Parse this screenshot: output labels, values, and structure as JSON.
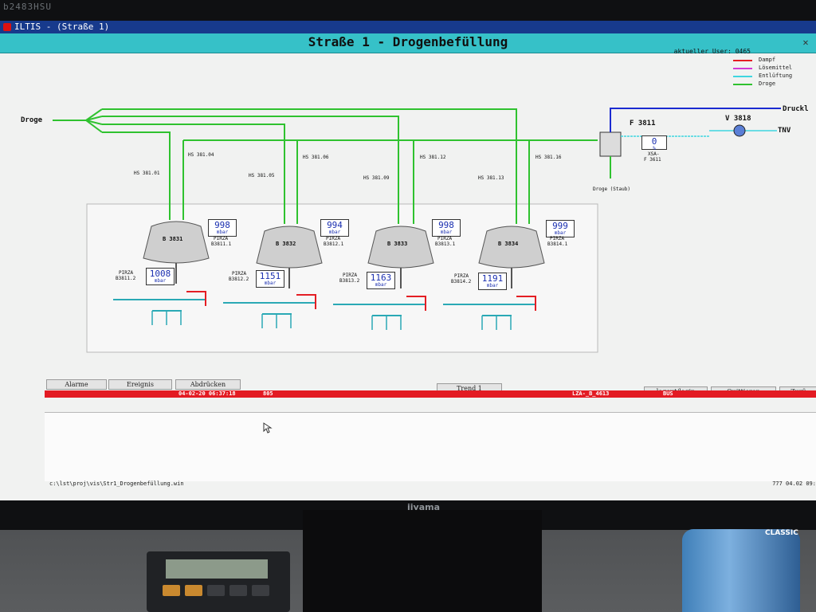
{
  "monitor": {
    "model_label": "b2483HSU",
    "brand": "iiyama"
  },
  "window": {
    "title": "ILTIS - (Straße 1)"
  },
  "header": {
    "title": "Straße 1 - Drogenbefüllung",
    "user": "aktueller User: 0465"
  },
  "legend": [
    {
      "label": "Dampf",
      "color": "#e41e24"
    },
    {
      "label": "Lösemittel",
      "color": "#d23ad6"
    },
    {
      "label": "Entlüftung",
      "color": "#3fd6e0"
    },
    {
      "label": "Droge",
      "color": "#2fc22f"
    }
  ],
  "process": {
    "input_label": "Droge",
    "right_labels": {
      "druck": "Druckl",
      "tnv": "TNV",
      "f3811": "F 3811",
      "v3818": "V 3818",
      "xsa": "XSA-",
      "f3611": "F 3611",
      "staub": "Droge\n(Staub)"
    },
    "xsa_value": "0",
    "xsa_unit": "%",
    "valves": [
      "HS 381.01",
      "HS 381.04",
      "HS 381.05",
      "HS 381.06",
      "HS 381.09",
      "HS 381.12",
      "HS 381.13",
      "HS 381.16"
    ],
    "tanks": [
      {
        "name": "B 3831",
        "top_value": "998",
        "top_unit": "mbar",
        "top_tag": "PIRZA",
        "top_id": "B3811.1",
        "bot_value": "1008",
        "bot_unit": "mbar",
        "bot_tag": "PIRZA",
        "bot_id": "B3811.2"
      },
      {
        "name": "B 3832",
        "top_value": "994",
        "top_unit": "mbar",
        "top_tag": "PIRZA",
        "top_id": "B3812.1",
        "bot_value": "1151",
        "bot_unit": "mbar",
        "bot_tag": "PIRZA",
        "bot_id": "B3812.2"
      },
      {
        "name": "B 3833",
        "top_value": "998",
        "top_unit": "mbar",
        "top_tag": "PIRZA",
        "top_id": "B3813.1",
        "bot_value": "1163",
        "bot_unit": "mbar",
        "bot_tag": "PIRZA",
        "bot_id": "B3813.2"
      },
      {
        "name": "B 3834",
        "top_value": "999",
        "top_unit": "mbar",
        "top_tag": "PIRZA",
        "top_id": "B3814.1",
        "bot_value": "1191",
        "bot_unit": "mbar",
        "bot_tag": "PIRZA",
        "bot_id": "B3814.2"
      }
    ]
  },
  "buttons": {
    "alarme": "Alarme",
    "ereignis": "Ereignis",
    "abdrucken": "Abdrücken",
    "trend": "Trend 1",
    "logout": "logout/login",
    "quittieren": "Quittieren",
    "zurueck": "Zurü"
  },
  "alarm": {
    "datetime": "04-02-20  06:37:18",
    "code": "805",
    "tag": "LZA-_B_4613",
    "state": "BUS"
  },
  "status": {
    "path": "c:\\lst\\proj\\vis\\Str1_Drogenbefüllung.win",
    "right": "777 04.02 09:"
  },
  "bottle": {
    "label": "CLASSIC"
  }
}
